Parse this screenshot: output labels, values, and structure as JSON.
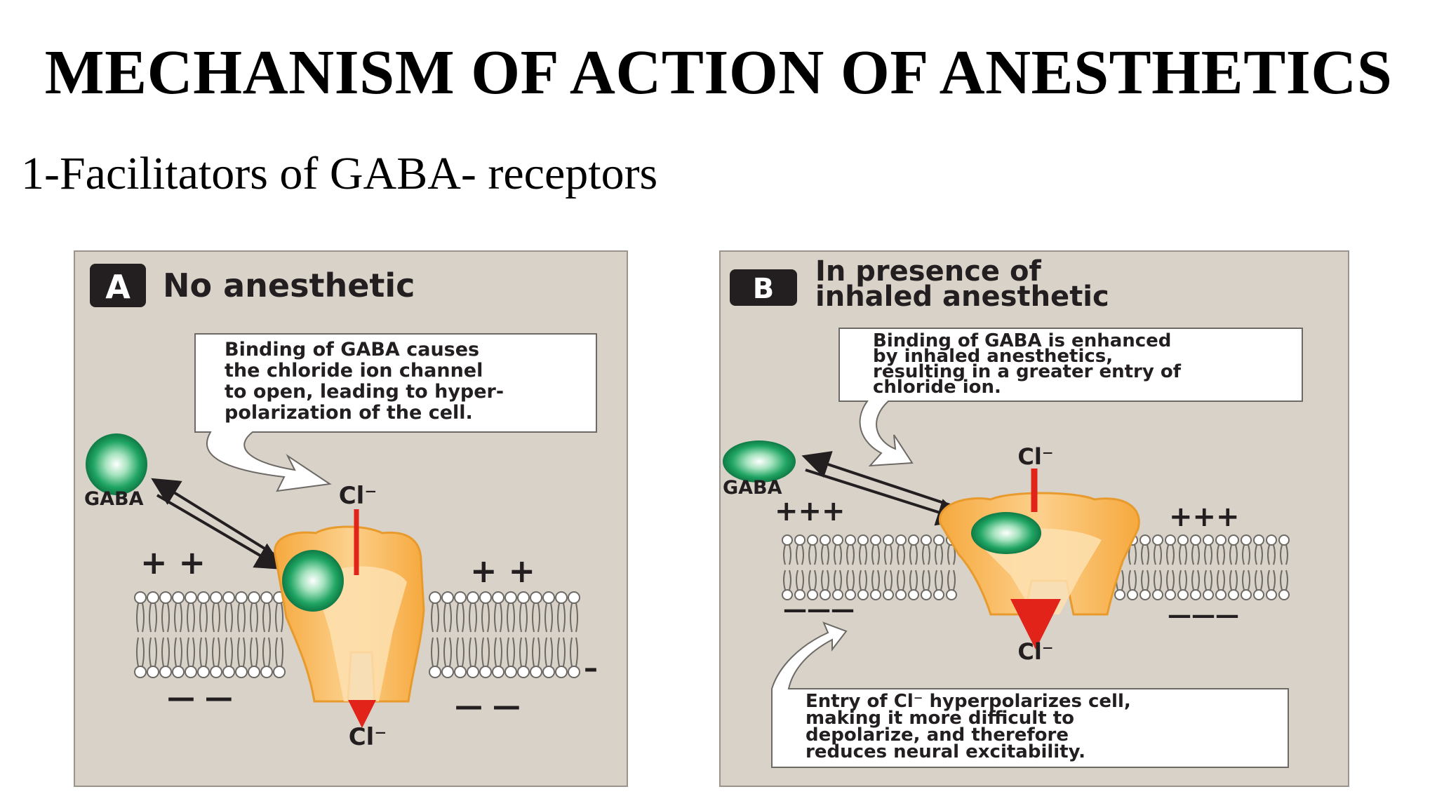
{
  "slide": {
    "title": "MECHANISM OF ACTION OF ANESTHETICS",
    "subtitle": "1-Facilitators of GABA- receptors"
  },
  "panel_a": {
    "badge": "A",
    "heading": "No anesthetic",
    "callout_lines": [
      "Binding of GABA causes",
      "the chloride ion channel",
      "to open, leading to hyper-",
      "polarization of the cell."
    ],
    "gaba_label": "GABA",
    "cl_top": "Cl⁻",
    "cl_bottom": "Cl⁻",
    "charge_top_left": "+ +",
    "charge_top_right": "+ +",
    "charge_bottom_left": "— —",
    "charge_bottom_right": "— —",
    "charge_edge_right": "–"
  },
  "panel_b": {
    "badge": "B",
    "heading_lines": [
      "In presence of",
      "inhaled anesthetic"
    ],
    "callout_top_lines": [
      "Binding of GABA is enhanced",
      "by inhaled anesthetics,",
      "resulting in a greater entry of",
      "chloride ion."
    ],
    "callout_bottom_lines": [
      "Entry of Cl⁻ hyperpolarizes cell,",
      "making it more difficult to",
      "depolarize, and therefore",
      "reduces neural excitability."
    ],
    "gaba_label": "GABA",
    "cl_top": "Cl⁻",
    "cl_bottom": "Cl⁻",
    "charge_top_left": "+++",
    "charge_top_right": "+++",
    "charge_bottom_left": "———",
    "charge_bottom_right": "———"
  },
  "colors": {
    "panel_bg": "#d8d2c8",
    "gaba_green": "#1fa463",
    "channel_orange": "#f7b45a",
    "channel_light": "#fde1b0",
    "chloride_red": "#e2231a",
    "badge_dark": "#231f20"
  }
}
